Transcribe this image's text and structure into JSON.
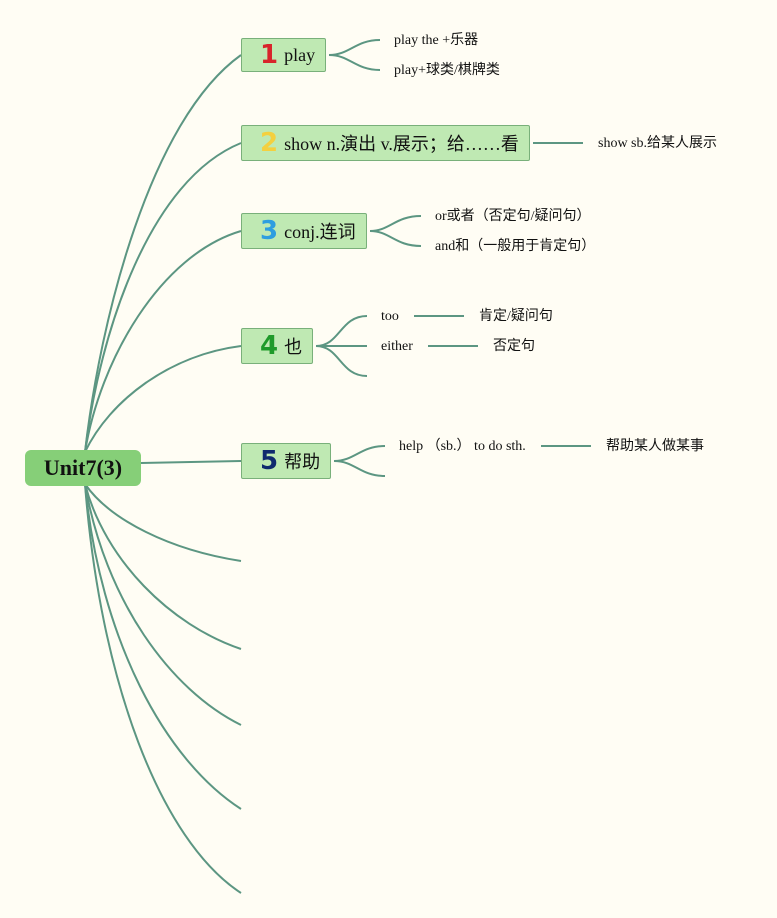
{
  "root": {
    "label": "Unit7(3)"
  },
  "branches": [
    {
      "number": "1",
      "number_color": "#d8242b",
      "label": "play",
      "leaves": [
        "play the +乐器",
        "play+球类/棋牌类"
      ]
    },
    {
      "number": "2",
      "number_color": "#f4d03f",
      "label": "show n.演出 v.展示；给……看",
      "leaves": [
        "show sb.给某人展示"
      ]
    },
    {
      "number": "3",
      "number_color": "#2e9ee0",
      "label": "conj.连词",
      "leaves": [
        "or或者（否定句/疑问句）",
        "and和（一般用于肯定句）"
      ]
    },
    {
      "number": "4",
      "number_color": "#1f9a2a",
      "label": "也",
      "leaves": [
        "too",
        "肯定/疑问句",
        "either",
        "否定句"
      ]
    },
    {
      "number": "5",
      "number_color": "#0f2a6e",
      "label": "帮助",
      "leaves": [
        "help （sb.） to do sth.",
        "帮助某人做某事"
      ]
    }
  ],
  "colors": {
    "connector": "#5c9682",
    "root_fill": "#86cf78",
    "branch_fill": "#bfe9b3",
    "background": "#fffdf4"
  }
}
